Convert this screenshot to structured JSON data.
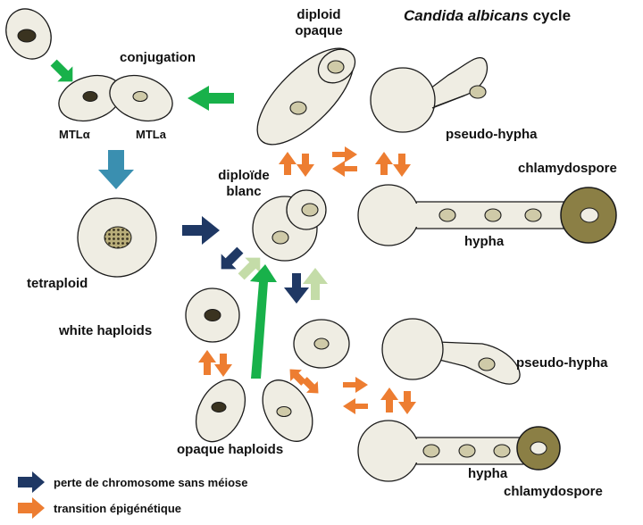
{
  "title": {
    "species": "Candida albicans",
    "suffix": "cycle"
  },
  "labels": {
    "conjugation": "conjugation",
    "mtl_alpha": "MTLα",
    "mtl_a": "MTLa",
    "tetraploid": "tetraploid",
    "diploid_opaque": "diploid\nopaque",
    "diploid_white": "diploïde\nblanc",
    "pseudo_hypha_top": "pseudo-hypha",
    "chlamydospore_top": "chlamydospore",
    "hypha_top": "hypha",
    "white_haploids": "white haploids",
    "opaque_haploids": "opaque haploids",
    "pseudo_hypha_bottom": "pseudo-hypha",
    "hypha_bottom": "hypha",
    "chlamydospore_bottom": "chlamydospore"
  },
  "legend": {
    "items": [
      {
        "label": "perte de chromosome sans méiose",
        "color": "#1f3864"
      },
      {
        "label": "transition épigénétique",
        "color": "#ed7d31"
      }
    ]
  },
  "colors": {
    "cell_fill": "#efede3",
    "cell_stroke": "#1a1a1a",
    "nucleus_light": "#cfcaa8",
    "nucleus_dark": "#3a3320",
    "chlamydospore": "#8b7f45",
    "green_arrow": "#18b14a",
    "teal_arrow": "#3a8fb0",
    "navy_arrow": "#1f3864",
    "orange_arrow": "#ed7d31",
    "pale_green_arrow": "#c4dca8"
  }
}
